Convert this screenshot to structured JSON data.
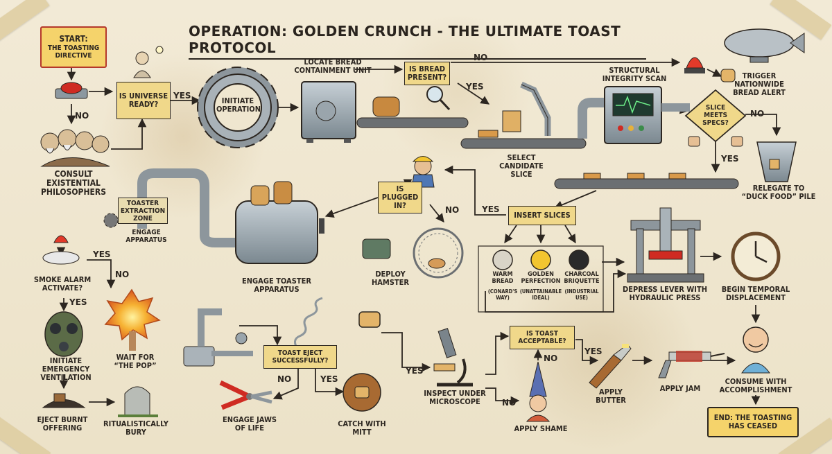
{
  "title": "OPERATION: GOLDEN CRUNCH - THE ULTIMATE TOAST PROTOCOL",
  "start": {
    "line1": "START:",
    "line2": "THE TOASTING DIRECTIVE"
  },
  "end": {
    "line1": "END: THE TOASTING",
    "line2": "HAS CEASED"
  },
  "nodes": {
    "universe_ready": "IS UNIVERSE READY?",
    "consult": "CONSULT EXISTENTIAL PHILOSOPHERS",
    "initiate": "INITIATE OPERATION",
    "locate": "LOCATE BREAD CONTAINMENT UNIT",
    "bread_present": "IS BREAD PRESENT?",
    "alert": "TRIGGER NATIONWIDE BREAD ALERT",
    "scan": "STRUCTURAL INTEGRITY SCAN",
    "select": "SELECT CANDIDATE SLICE",
    "meets_specs": "SLICE MEETS SPECS?",
    "duck": "RELEGATE TO “DUCK FOOD” PILE",
    "insert": "INSERT SLICES",
    "plugged": "IS PLUGGED IN?",
    "extraction": "TOASTER EXTRACTION ZONE",
    "engage_apparatus": "ENGAGE APPARATUS",
    "engage_toaster": "ENGAGE TOASTER APPARATUS",
    "hamster": "DEPLOY HAMSTER",
    "warm": "WARM BREAD",
    "warm_sub": "(CONARD'S WAY)",
    "golden": "GOLDEN PERFECTION",
    "golden_sub": "(UNATTAINABLE IDEAL)",
    "charcoal": "CHARCOAL BRIQUETTE",
    "charcoal_sub": "(INDUSTRIAL USE)",
    "depress": "DEPRESS LEVER WITH HYDRAULIC PRESS",
    "temporal": "BEGIN TEMPORAL DISPLACEMENT",
    "smoke": "SMOKE ALARM ACTIVATE?",
    "pop": "WAIT FOR “THE POP”",
    "ventilation": "INITIATE EMERGENCY VENTILATION",
    "eject_burnt": "EJECT BURNT OFFERING",
    "bury": "RITUALISTICALLY BURY",
    "eject_ok": "TOAST EJECT SUCCESSFULLY?",
    "jaws": "ENGAGE JAWS OF LIFE",
    "mitt": "CATCH WITH MITT",
    "microscope": "INSPECT UNDER MICROSCOPE",
    "acceptable": "IS TOAST ACCEPTABLE?",
    "shame": "APPLY SHAME",
    "butter": "APPLY BUTTER",
    "jam": "APPLY JAM",
    "consume": "CONSUME WITH ACCOMPLISHMENT"
  },
  "edges": {
    "yes": "YES",
    "no": "NO"
  },
  "colors": {
    "ink": "#2c2620",
    "note": "#f0d88a",
    "accent_red": "#b5382b",
    "metal": "#8d9aa3"
  }
}
